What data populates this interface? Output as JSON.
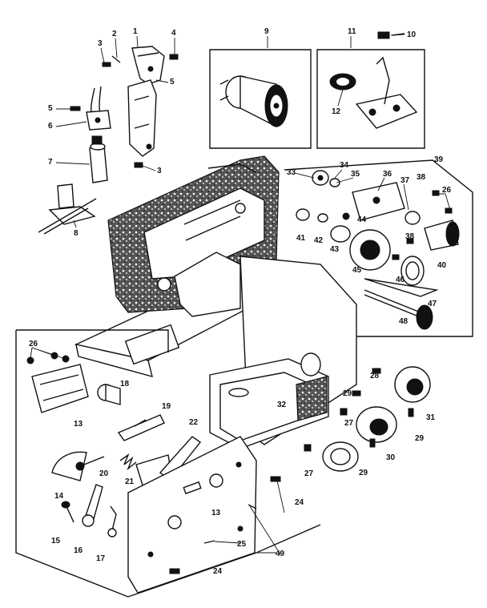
{
  "labels": {
    "l1": "1",
    "l2": "2",
    "l3a": "3",
    "l3b": "3",
    "l4": "4",
    "l5a": "5",
    "l5b": "5",
    "l6": "6",
    "l7": "7",
    "l8": "8",
    "l9": "9",
    "l10": "10",
    "l11": "11",
    "l12": "12",
    "l13a": "13",
    "l13b": "13",
    "l14": "14",
    "l15": "15",
    "l16": "16",
    "l17": "17",
    "l18": "18",
    "l19": "19",
    "l20": "20",
    "l21": "21",
    "l22": "22",
    "l24a": "24",
    "l24b": "24",
    "l25": "25",
    "l26a": "26",
    "l26b": "26",
    "l27a": "27",
    "l27b": "27",
    "l28": "28",
    "l29a": "29",
    "l29b": "29",
    "l30": "30",
    "l31": "31",
    "l32": "32",
    "l33": "33",
    "l34": "34",
    "l35": "35",
    "l36": "36",
    "l37": "37",
    "l38a": "38",
    "l38b": "38",
    "l39": "39",
    "l40": "40",
    "l41": "41",
    "l42": "42",
    "l43": "43",
    "l44": "44",
    "l45": "45",
    "l46": "46",
    "l47": "47",
    "l48": "48",
    "l49": "49"
  },
  "colors": {
    "ink": "#111111",
    "paper": "#ffffff"
  }
}
